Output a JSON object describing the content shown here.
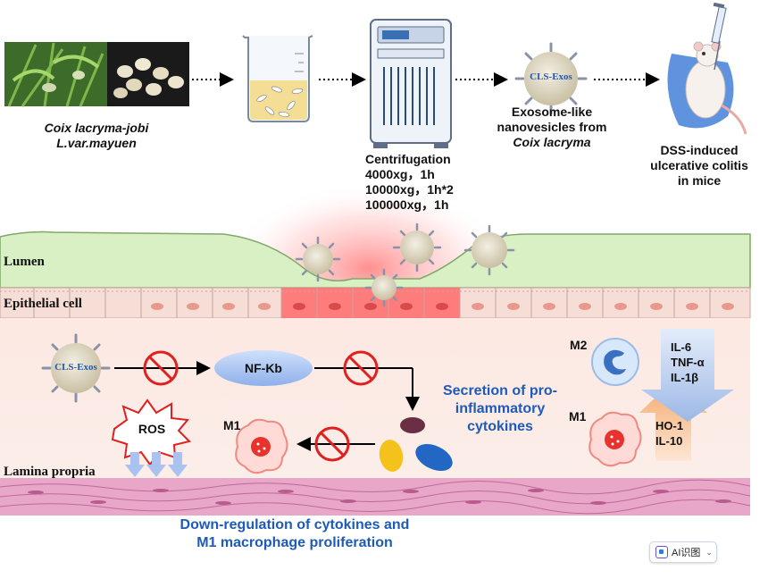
{
  "top": {
    "plant_name_line1": "Coix lacryma-jobi",
    "plant_name_line2": "L.var.mayuen",
    "centrifugation_title": "Centrifugation",
    "centrifugation_steps": [
      "4000xg，1h",
      "10000xg，1h*2",
      "100000xg，1h"
    ],
    "exosome_label": "CLS-Exos",
    "exosome_desc_line1": "Exosome-like",
    "exosome_desc_line2": "nanovesicles from",
    "exosome_desc_line3": "Coix lacryma",
    "mouse_desc_line1": "DSS-induced",
    "mouse_desc_line2": "ulcerative colitis",
    "mouse_desc_line3": "in mice"
  },
  "tissue": {
    "lumen": "Lumen",
    "epithelial": "Epithelial cell",
    "lamina": "Lamina propria"
  },
  "mechanism": {
    "exos_label": "CLS-Exos",
    "nfkb": "NF-Kb",
    "secretion_line1": "Secretion of pro-",
    "secretion_line2": "inflammatory",
    "secretion_line3": "cytokines",
    "ros": "ROS",
    "m1_left": "M1",
    "m1_right": "M1",
    "m2": "M2",
    "down_cytokines": [
      "IL-6",
      "TNF-α",
      "IL-1β"
    ],
    "up_cytokines": [
      "HO-1",
      "IL-10"
    ],
    "conclusion_line1": "Down-regulation of cytokines and",
    "conclusion_line2": "M1 macrophage proliferation"
  },
  "badge": {
    "label": "AI识图",
    "chevron": "⌄"
  },
  "colors": {
    "accent_blue": "#1e5bb8",
    "lumen_green": "#d9efc4",
    "epithelial_pink": "#f6ddd6",
    "inflamed_red": "#ff6b6b",
    "muscle_pink": "#e8a6c8",
    "inhibit_red": "#e0201e"
  }
}
